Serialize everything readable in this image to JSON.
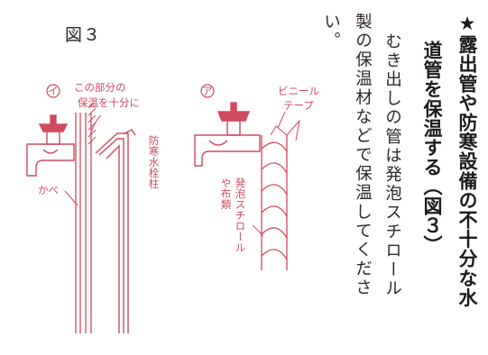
{
  "heading": {
    "line1": "★露出管や防寒設備の不十分な水",
    "line2": "道管を保温する（図３）"
  },
  "body": {
    "line1": "むき出しの管は発泡スチロール",
    "line2": "製の保温材などで保温してくださ",
    "line3": "い。"
  },
  "figure": {
    "title": "図３",
    "left": {
      "marker": "イ",
      "callout_line1": "この部分の",
      "callout_line2": "保温を十分に",
      "post_label": "防寒水栓柱",
      "wall_label": "かべ"
    },
    "right": {
      "marker": "ア",
      "vinyl_line1": "ビニール",
      "vinyl_line2": "テープ",
      "foam_line1": "発泡スチロール",
      "foam_line2": "や布類"
    }
  },
  "colors": {
    "accent_red": "#d04a5e",
    "text": "#2a2324"
  }
}
